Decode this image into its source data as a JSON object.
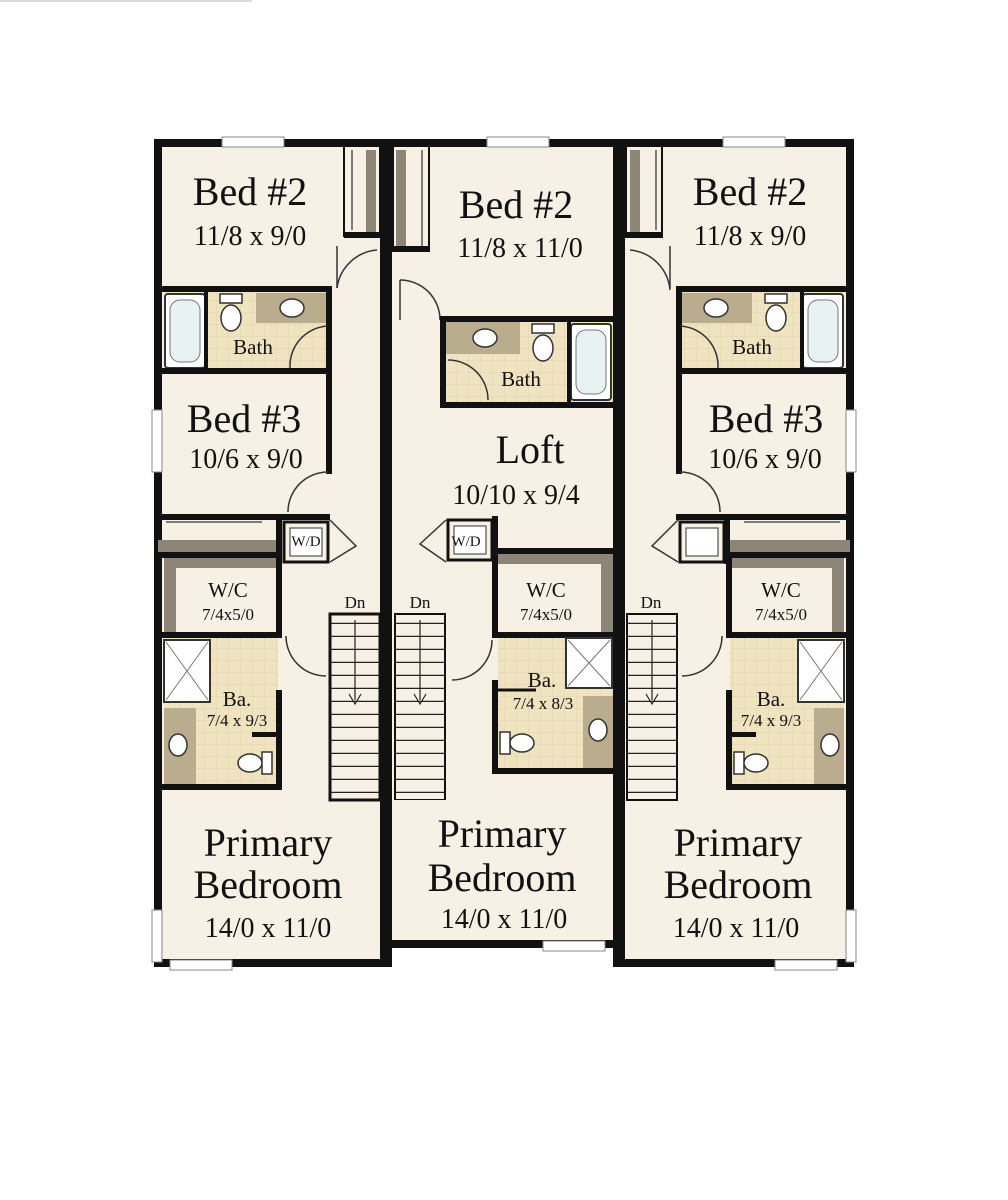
{
  "colors": {
    "wall": "#111111",
    "floor": "#f6f1e4",
    "tile": "#f0e3bf",
    "counter": "#b9ad8e",
    "closet_shade": "#8d8575",
    "window": "#ffffff"
  },
  "units": {
    "left": {
      "bed2_name": "Bed #2",
      "bed2_dim": "11/8 x 9/0",
      "bath": "Bath",
      "bed3_name": "Bed #3",
      "bed3_dim": "10/6 x 9/0",
      "wd": "W/D",
      "wc_name": "W/C",
      "wc_dim": "7/4x5/0",
      "ba_name": "Ba.",
      "ba_dim": "7/4 x 9/3",
      "dn": "Dn",
      "primary_line1": "Primary",
      "primary_line2": "Bedroom",
      "primary_dim": "14/0 x 11/0"
    },
    "center": {
      "bed2_name": "Bed #2",
      "bed2_dim": "11/8 x 11/0",
      "bath": "Bath",
      "loft_name": "Loft",
      "loft_dim": "10/10 x 9/4",
      "wd": "W/D",
      "wc_name": "W/C",
      "wc_dim": "7/4x5/0",
      "ba_name": "Ba.",
      "ba_dim": "7/4 x 8/3",
      "dn": "Dn",
      "primary_line1": "Primary",
      "primary_line2": "Bedroom",
      "primary_dim": "14/0 x 11/0"
    },
    "right": {
      "bed2_name": "Bed #2",
      "bed2_dim": "11/8 x 9/0",
      "bath": "Bath",
      "bed3_name": "Bed #3",
      "bed3_dim": "10/6 x 9/0",
      "wc_name": "W/C",
      "wc_dim": "7/4x5/0",
      "ba_name": "Ba.",
      "ba_dim": "7/4 x 9/3",
      "dn": "Dn",
      "primary_line1": "Primary",
      "primary_line2": "Bedroom",
      "primary_dim": "14/0 x 11/0"
    }
  }
}
